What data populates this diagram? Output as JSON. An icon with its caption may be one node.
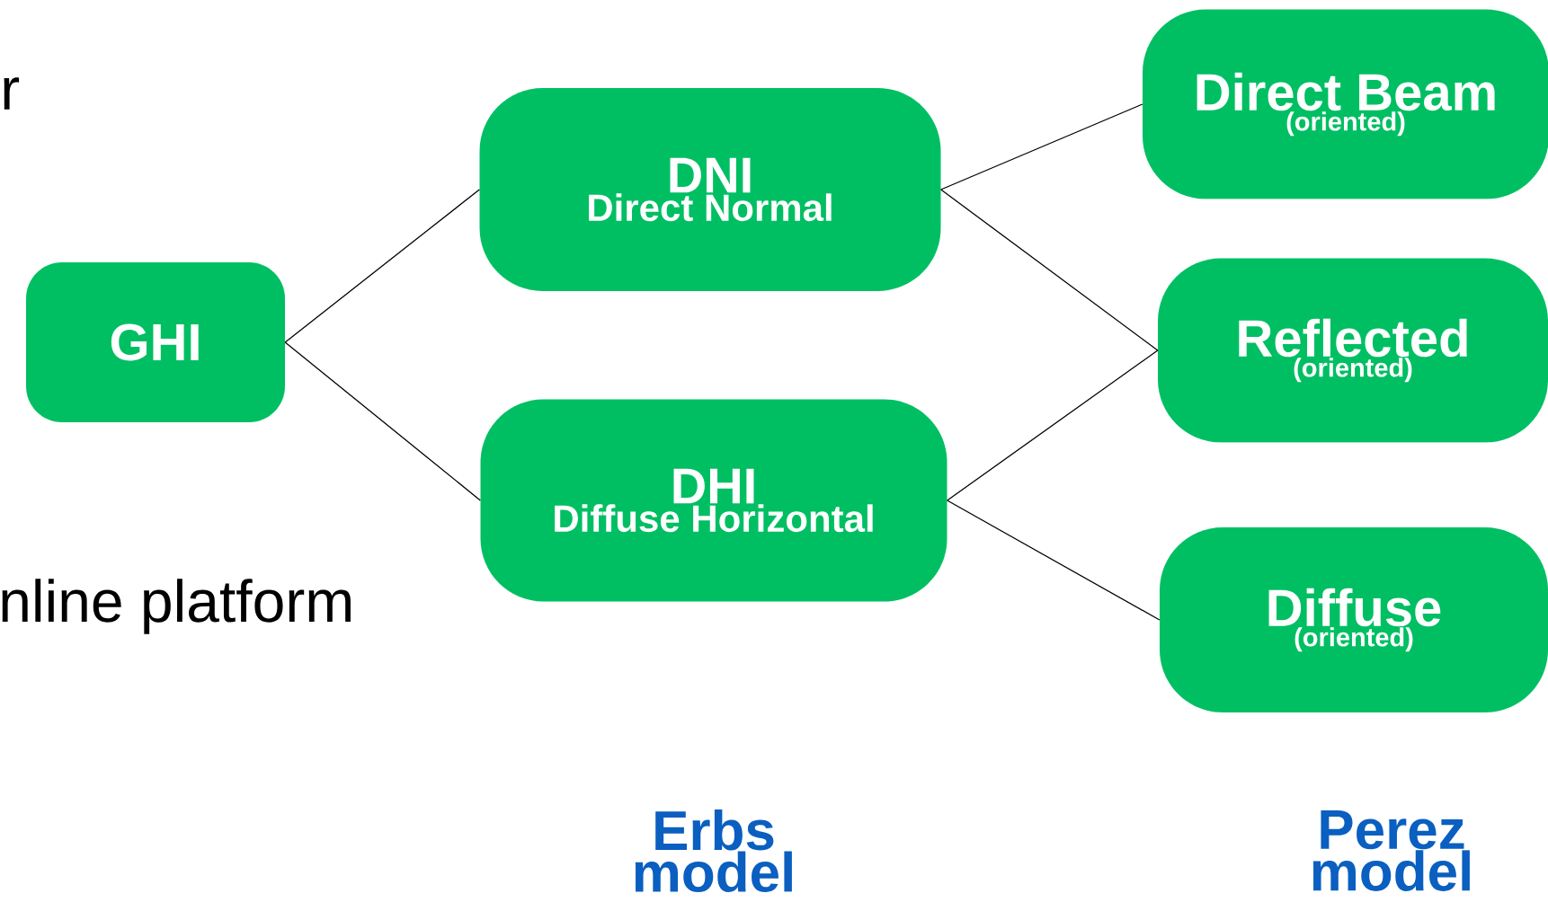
{
  "diagram": {
    "nodes": [
      {
        "text": [
          "GHI"
        ]
      },
      {
        "text": [
          "DNI",
          "Direct Normal"
        ]
      },
      {
        "text": [
          "DHI",
          "Diffuse Horizontal"
        ]
      },
      {
        "text": [
          "Direct Beam",
          "(oriented)"
        ]
      },
      {
        "text": [
          "Reflected",
          "(oriented)"
        ]
      },
      {
        "text": [
          "Diffuse",
          "(oriented)"
        ]
      }
    ],
    "edges": [
      {
        "from": 0,
        "to": 1,
        "arrow": "none"
      },
      {
        "from": 0,
        "to": 2,
        "arrow": "none"
      },
      {
        "from": 1,
        "to": 3,
        "arrow": "none"
      },
      {
        "from": 1,
        "to": 4,
        "arrow": "none"
      },
      {
        "from": 2,
        "to": 4,
        "arrow": "none"
      },
      {
        "from": 2,
        "to": 5,
        "arrow": "none"
      }
    ],
    "labels": [
      "r",
      "nline platform",
      "Erbs model",
      "Perez model"
    ]
  }
}
